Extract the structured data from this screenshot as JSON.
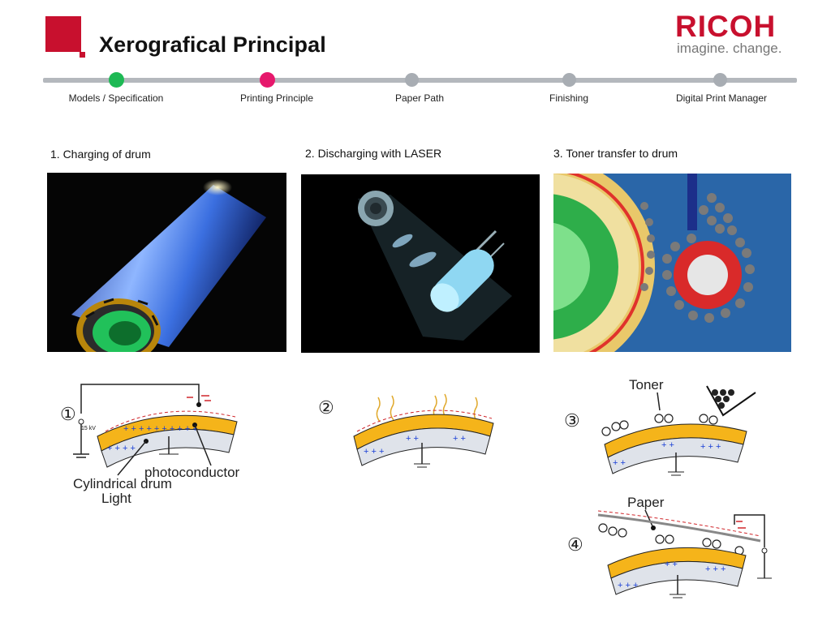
{
  "header": {
    "title": "Xerografical Principal",
    "brand": "RICOH",
    "tagline": "imagine. change."
  },
  "progress": {
    "steps": [
      {
        "label": "Models / Specification",
        "state": "done"
      },
      {
        "label": "Printing Principle",
        "state": "current"
      },
      {
        "label": "Paper Path",
        "state": "upcoming"
      },
      {
        "label": "Finishing",
        "state": "upcoming"
      },
      {
        "label": "Digital Print Manager",
        "state": "upcoming"
      }
    ],
    "colors": {
      "done": "#1db954",
      "current": "#e6186c",
      "upcoming": "#a8adb3",
      "track": "#b4b8bd"
    }
  },
  "sections": [
    {
      "caption": "1. Charging of drum"
    },
    {
      "caption": "2. Discharging with LASER"
    },
    {
      "caption": "3. Toner transfer to drum"
    }
  ],
  "diagrams": {
    "d1": {
      "number": "①",
      "voltage": "15 kV",
      "label_photoconductor": "photoconductor",
      "label_drum": "Cylindrical drum",
      "label_light": "Light"
    },
    "d2": {
      "number": "②"
    },
    "d3": {
      "number": "③",
      "label_toner": "Toner"
    },
    "d4": {
      "number": "④",
      "label_paper": "Paper"
    }
  },
  "colors": {
    "brand": "#c8102e",
    "drum_coat": "#f5b41a",
    "charge_plus": "#1a3fd6",
    "charge_minus": "#d0262b"
  }
}
